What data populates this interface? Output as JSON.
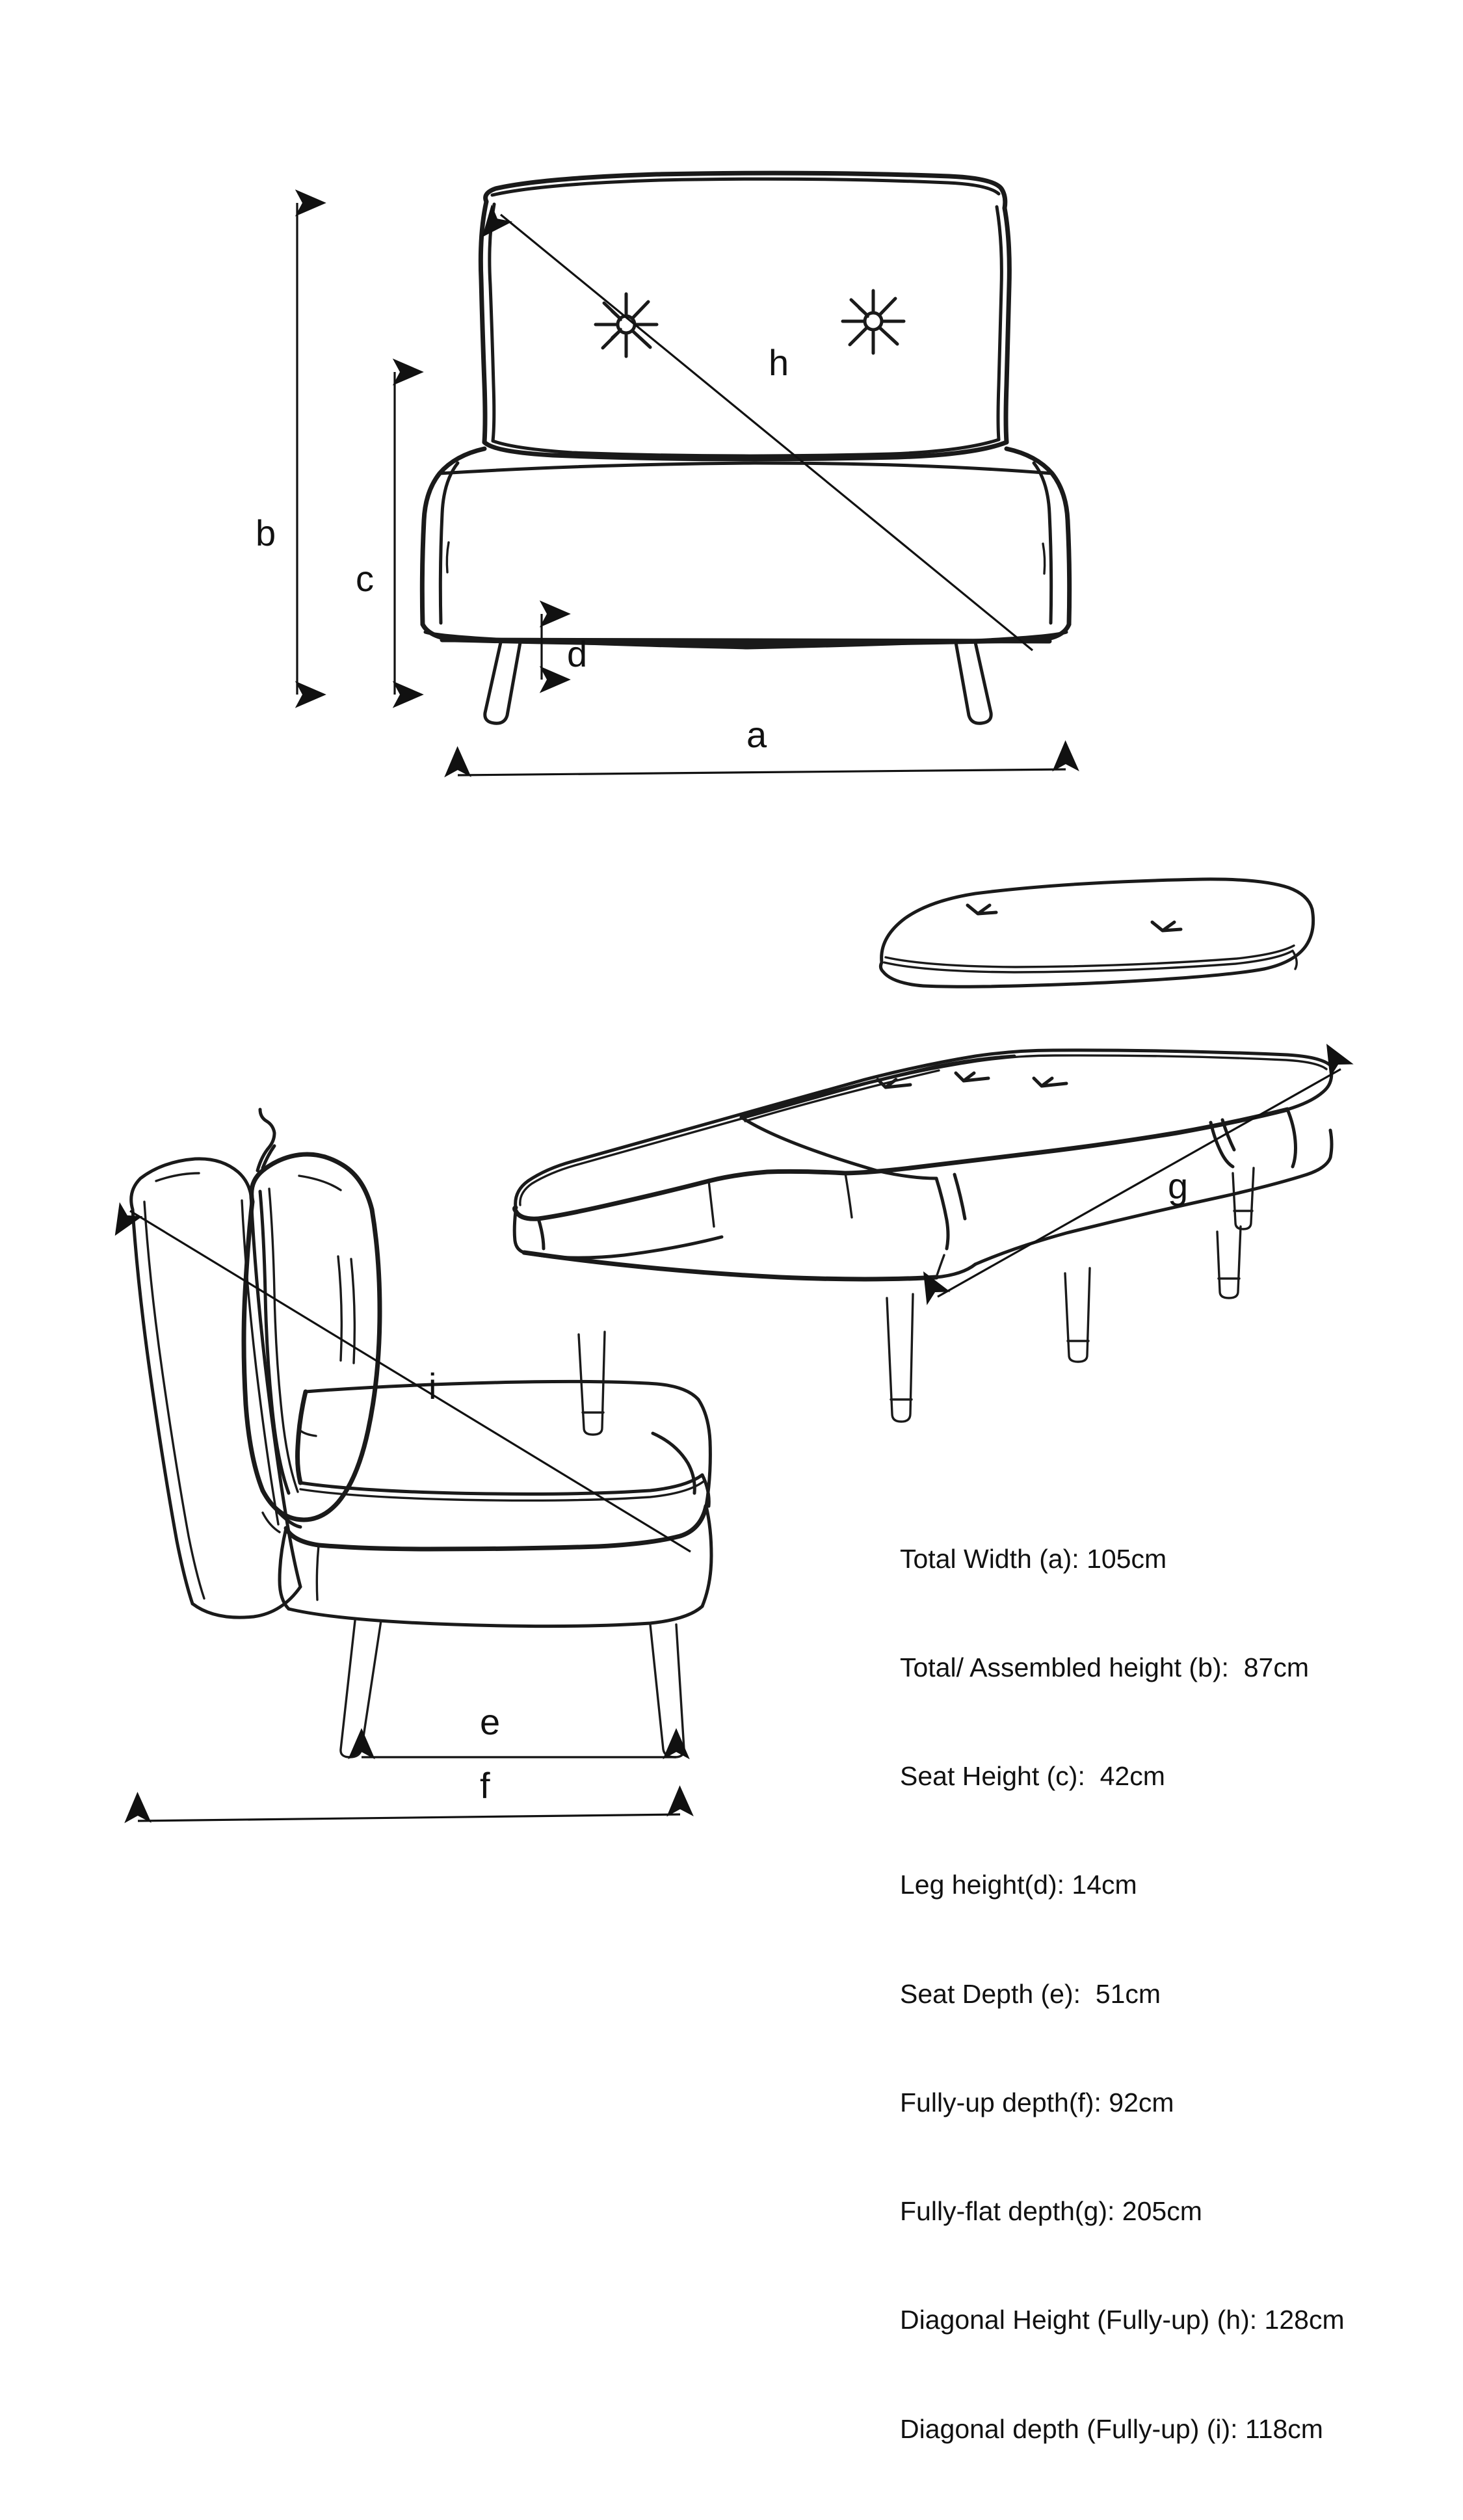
{
  "diagram": {
    "title": "Sofa bed dimension diagram",
    "background_color": "#ffffff",
    "line_color": "#1a1a1a",
    "views": [
      {
        "name": "front-sofa-view",
        "description": "Front elevation of assembled sofa with two tufted buttons on back cushion"
      },
      {
        "name": "flat-bed-view",
        "description": "Three-quarter isometric view of the sofa folded fully flat into a bed"
      },
      {
        "name": "side-profile-view",
        "description": "Side elevation of the sofa in the fully-up position"
      }
    ]
  },
  "dimension_labels": {
    "a": "a",
    "b": "b",
    "c": "c",
    "d": "d",
    "e": "e",
    "f": "f",
    "g": "g",
    "h": "h",
    "i": "i"
  },
  "legend": {
    "lines": [
      "Total Width (a): 105cm",
      "Total/ Assembled height (b):  87cm",
      "Seat Height (c):  42cm",
      "Leg height(d): 14cm",
      "Seat Depth (e):  51cm",
      "Fully-up depth(f): 92cm",
      "Fully-flat depth(g): 205cm",
      "Diagonal Height (Fully-up) (h): 128cm",
      "Diagonal depth (Fully-up) (i): 118cm"
    ],
    "measurements": [
      {
        "key": "a",
        "label": "Total Width (a)",
        "value": "105cm"
      },
      {
        "key": "b",
        "label": "Total/ Assembled height (b)",
        "value": "87cm"
      },
      {
        "key": "c",
        "label": "Seat Height (c)",
        "value": "42cm"
      },
      {
        "key": "d",
        "label": "Leg height(d)",
        "value": "14cm"
      },
      {
        "key": "e",
        "label": "Seat Depth (e)",
        "value": "51cm"
      },
      {
        "key": "f",
        "label": "Fully-up depth(f)",
        "value": "92cm"
      },
      {
        "key": "g",
        "label": "Fully-flat depth(g)",
        "value": "205cm"
      },
      {
        "key": "h",
        "label": "Diagonal Height (Fully-up) (h)",
        "value": "128cm"
      },
      {
        "key": "i",
        "label": "Diagonal depth (Fully-up) (i)",
        "value": "118cm"
      }
    ]
  }
}
